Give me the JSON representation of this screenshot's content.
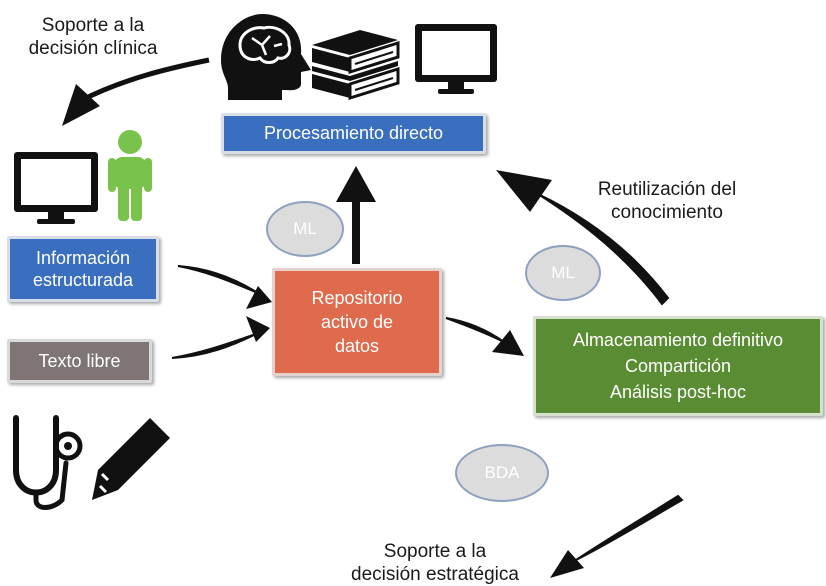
{
  "labels": {
    "clinical_support": [
      "Soporte a la",
      "decisión clínica"
    ],
    "knowledge_reuse": [
      "Reutilización del",
      "conocimiento"
    ],
    "strategic_support": [
      "Soporte a la",
      "decisión estratégica"
    ]
  },
  "boxes": {
    "direct_processing": [
      "Procesamiento directo"
    ],
    "structured_info": [
      "Información",
      "estructurada"
    ],
    "free_text": [
      "Texto libre"
    ],
    "active_repository": [
      "Repositorio",
      "activo de",
      "datos"
    ],
    "final_storage": [
      "Almacenamiento definitivo",
      "Compartición",
      "Análisis post-hoc"
    ]
  },
  "ovals": {
    "ml_left": "ML",
    "ml_right": "ML",
    "bda": "BDA"
  },
  "colors": {
    "blue_box": "#3a6fbf",
    "gray_box": "#7e7574",
    "red_box": "#e06a4c",
    "green_box": "#5a8c34",
    "person": "#79c24b",
    "icon": "#111111"
  },
  "icons": [
    "brain-head-icon",
    "books-icon",
    "monitor-icon",
    "monitor-icon",
    "person-icon",
    "stethoscope-icon",
    "pencil-icon"
  ]
}
